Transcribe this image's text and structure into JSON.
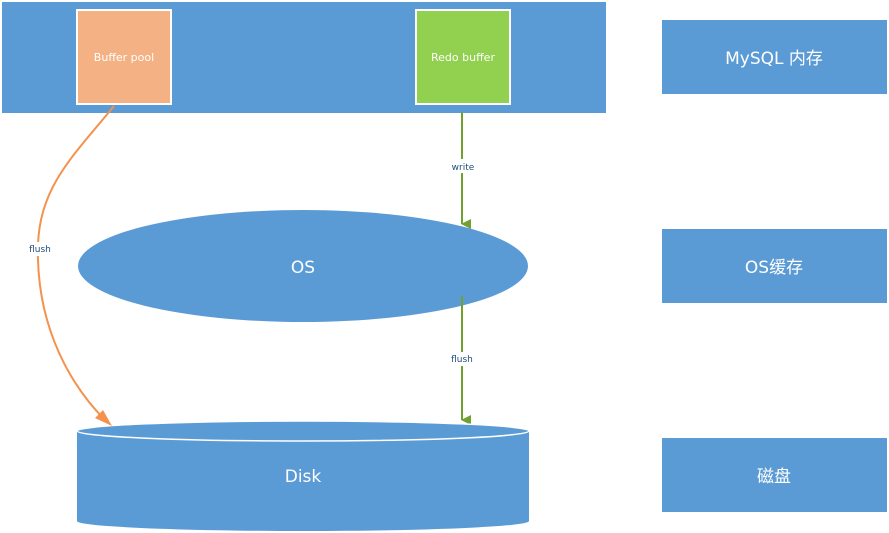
{
  "diagram": {
    "nodes": {
      "buffer_pool": {
        "label": "Buffer pool"
      },
      "redo_buffer": {
        "label": "Redo buffer"
      },
      "os": {
        "label": "OS"
      },
      "disk": {
        "label": "Disk"
      }
    },
    "edges": {
      "write": {
        "label": "write"
      },
      "os_flush": {
        "label": "flush"
      },
      "pool_flush": {
        "label": "flush"
      }
    },
    "legend": {
      "memory": "MySQL 内存",
      "os_cache": "OS缓存",
      "disk": "磁盘"
    }
  },
  "colors": {
    "blue": "#5b9bd5",
    "orange": "#f4b183",
    "green": "#92d050",
    "arrow_green": "#70a030",
    "arrow_orange": "#f4914d",
    "edge_label": "#1f4e79",
    "text_white": "#ffffff"
  }
}
